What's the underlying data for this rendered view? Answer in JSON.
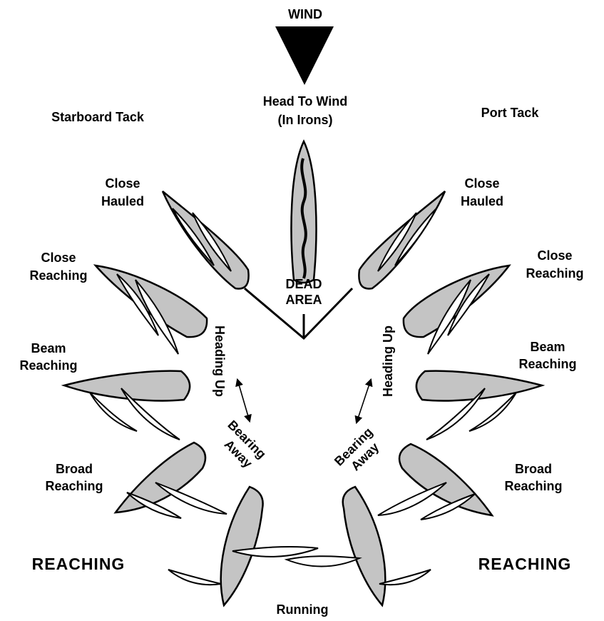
{
  "wind": {
    "label": "WIND"
  },
  "head_to_wind": {
    "line1": "Head To Wind",
    "line2": "(In Irons)"
  },
  "tacks": {
    "starboard": "Starboard Tack",
    "port": "Port Tack"
  },
  "dead_area": {
    "line1": "DEAD",
    "line2": "AREA"
  },
  "points_of_sail": {
    "close_hauled": {
      "line1": "Close",
      "line2": "Hauled"
    },
    "close_reaching": {
      "line1": "Close",
      "line2": "Reaching"
    },
    "beam_reaching": {
      "line1": "Beam",
      "line2": "Reaching"
    },
    "broad_reaching": {
      "line1": "Broad",
      "line2": "Reaching"
    },
    "running": "Running"
  },
  "reaching": "REACHING",
  "steering": {
    "heading_up": "Heading Up",
    "bearing_away": {
      "line1": "Bearing",
      "line2": "Away"
    }
  },
  "colors": {
    "hull": "#c4c4c4",
    "sail": "#ffffff",
    "outline": "#000000"
  },
  "icons": {
    "wind": "wind-arrow-icon",
    "boat": "sailboat-icon"
  }
}
